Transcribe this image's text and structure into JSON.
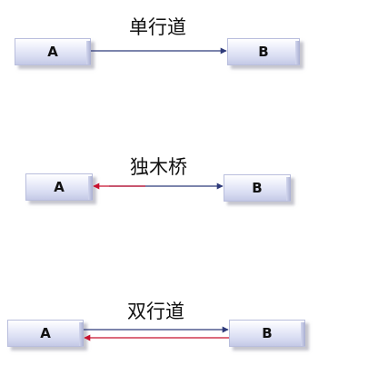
{
  "diagrams": [
    {
      "caption": "单行道",
      "left_node": "A",
      "right_node": "B",
      "arrows": [
        {
          "direction": "A-to-B",
          "color": "#2e3a7a"
        }
      ]
    },
    {
      "caption": "独木桥",
      "left_node": "A",
      "right_node": "B",
      "arrows": [
        {
          "direction": "A-to-B",
          "color": "#2e3a7a"
        },
        {
          "direction": "B-to-A",
          "color": "#c8102e"
        }
      ]
    },
    {
      "caption": "双行道",
      "left_node": "A",
      "right_node": "B",
      "arrows": [
        {
          "direction": "A-to-B",
          "color": "#2e3a7a"
        },
        {
          "direction": "B-to-A",
          "color": "#c8102e"
        }
      ]
    }
  ]
}
